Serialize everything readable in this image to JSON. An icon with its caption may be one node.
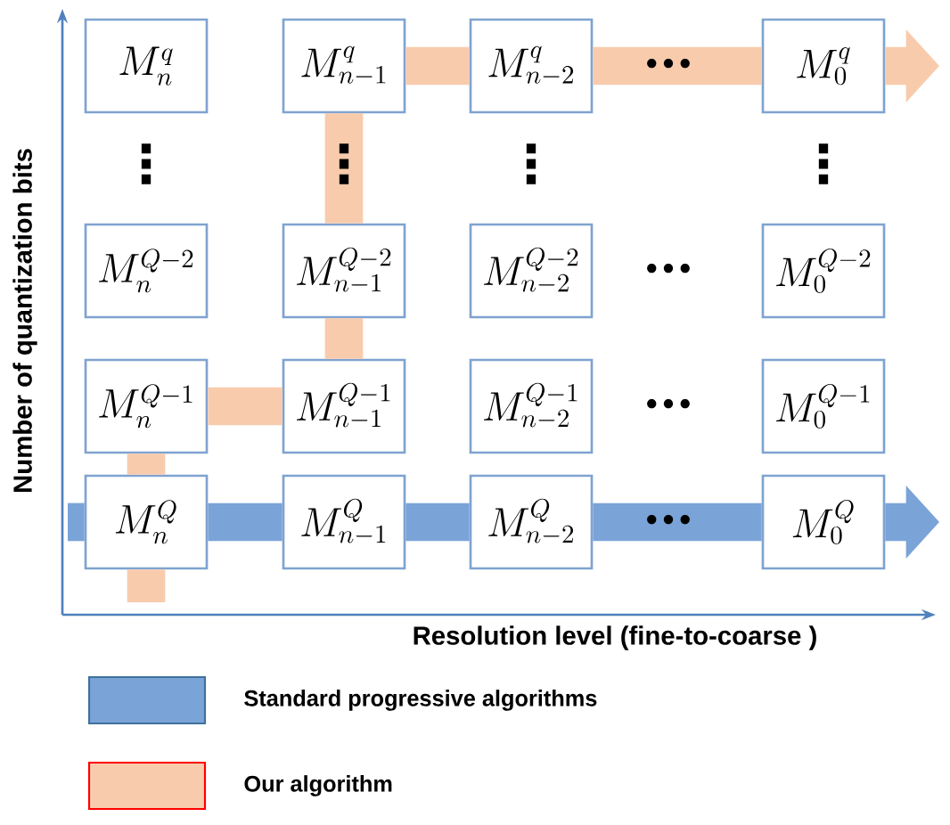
{
  "diagram": {
    "nodes": [
      {
        "text": [
          "M_{n}^{q}"
        ]
      },
      {
        "text": [
          "M_{n-1}^{q}"
        ]
      },
      {
        "text": [
          "M_{n-2}^{q}"
        ]
      },
      {
        "text": [
          "M_{0}^{q}"
        ]
      },
      {
        "text": [
          "M_{n}^{Q-2}"
        ]
      },
      {
        "text": [
          "M_{n-1}^{Q-2}"
        ]
      },
      {
        "text": [
          "M_{n-2}^{Q-2}"
        ]
      },
      {
        "text": [
          "M_{0}^{Q-2}"
        ]
      },
      {
        "text": [
          "M_{n}^{Q-1}"
        ]
      },
      {
        "text": [
          "M_{n-1}^{Q-1}"
        ]
      },
      {
        "text": [
          "M_{n-2}^{Q-1}"
        ]
      },
      {
        "text": [
          "M_{0}^{Q-1}"
        ]
      },
      {
        "text": [
          "M_{n}^{Q}"
        ]
      },
      {
        "text": [
          "M_{n-1}^{Q}"
        ]
      },
      {
        "text": [
          "M_{n-2}^{Q}"
        ]
      },
      {
        "text": [
          "M_{0}^{Q}"
        ]
      }
    ],
    "edges": [
      {
        "from": null,
        "to": 12,
        "arrow": "none",
        "color": "#7aa3d8"
      },
      {
        "from": 12,
        "to": 13,
        "arrow": "none",
        "color": "#7aa3d8"
      },
      {
        "from": 13,
        "to": 14,
        "arrow": "none",
        "color": "#7aa3d8"
      },
      {
        "from": 14,
        "to": 15,
        "arrow": "none",
        "color": "#7aa3d8"
      },
      {
        "from": 15,
        "to": null,
        "arrow": "to",
        "color": "#7aa3d8"
      },
      {
        "from": null,
        "to": 12,
        "arrow": "none",
        "color": "#f8cbad"
      },
      {
        "from": 12,
        "to": 8,
        "arrow": "none",
        "color": "#f8cbad"
      },
      {
        "from": 8,
        "to": 9,
        "arrow": "none",
        "color": "#f8cbad"
      },
      {
        "from": 9,
        "to": 5,
        "arrow": "none",
        "color": "#f8cbad"
      },
      {
        "from": 5,
        "to": 1,
        "arrow": "none",
        "color": "#f8cbad"
      },
      {
        "from": 1,
        "to": 2,
        "arrow": "none",
        "color": "#f8cbad"
      },
      {
        "from": 2,
        "to": 3,
        "arrow": "none",
        "color": "#f8cbad"
      },
      {
        "from": 3,
        "to": null,
        "arrow": "to",
        "color": "#f8cbad"
      }
    ],
    "labels": [
      "•••",
      "⋮",
      "⋮",
      "⋮",
      "⋮",
      "•••",
      "•••",
      "•••",
      "Number of quantization bits",
      "Resolution level (fine-to-coarse )"
    ],
    "legend": [
      {
        "text": "Standard progressive algorithms",
        "color": "#7aa3d8"
      },
      {
        "text": "Our algorithm",
        "color": "#f8cbad"
      }
    ]
  }
}
